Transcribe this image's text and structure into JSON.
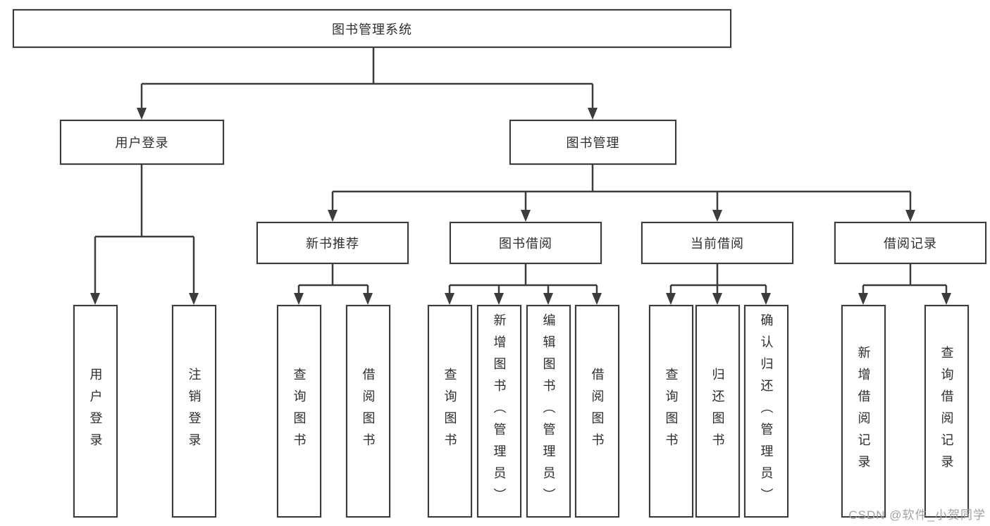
{
  "diagram": {
    "root": {
      "label": "图书管理系统"
    },
    "level2": {
      "user_login": {
        "label": "用户登录"
      },
      "book_mgmt": {
        "label": "图书管理"
      }
    },
    "level3": {
      "new_books": {
        "label": "新书推荐"
      },
      "borrow": {
        "label": "图书借阅"
      },
      "current": {
        "label": "当前借阅"
      },
      "records": {
        "label": "借阅记录"
      }
    },
    "leaves": {
      "user_login": [
        "用户登录",
        "注销登录"
      ],
      "new_books": [
        "查询图书",
        "借阅图书"
      ],
      "borrow": [
        "查询图书",
        "新增图书（管理员）",
        "编辑图书（管理员）",
        "借阅图书"
      ],
      "current": [
        "查询图书",
        "归还图书",
        "确认归还（管理员）"
      ],
      "records": [
        "新增借阅记录",
        "查询借阅记录"
      ]
    }
  },
  "watermark": "CSDN @软件_小贺同学",
  "colors": {
    "line": "#3c3c3c",
    "box_border": "#3c3c3c",
    "text": "#2e2e2e",
    "watermark": "#a2a2a2",
    "background": "#ffffff"
  }
}
